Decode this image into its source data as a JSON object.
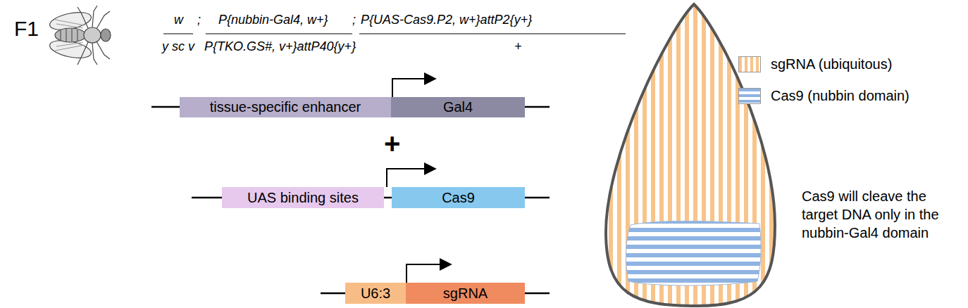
{
  "diagram": {
    "nodes": [
      {
        "text": [
          "tissue-specific enhancer"
        ]
      },
      {
        "text": [
          "Gal4"
        ]
      },
      {
        "text": [
          "UAS binding sites"
        ]
      },
      {
        "text": [
          "Cas9"
        ]
      },
      {
        "text": [
          "U6:3"
        ]
      },
      {
        "text": [
          "sgRNA"
        ]
      }
    ],
    "labels": [
      "F1",
      "w",
      ";",
      "P{nubbin-Gal4, w+}",
      ";",
      "P{UAS-Cas9.P2, w+}attP2{y+}",
      "y sc v",
      "P{TKO.GS#, v+}attP40{y+}",
      "+",
      "+",
      "Cas9 will cleave the target DNA only in the nubbin-Gal4 domain"
    ],
    "legend": [
      {
        "text": "sgRNA (ubiquitous)",
        "color": "#f8c48a"
      },
      {
        "text": "Cas9 (nubbin domain)",
        "color": "#8fb3e2"
      }
    ]
  }
}
